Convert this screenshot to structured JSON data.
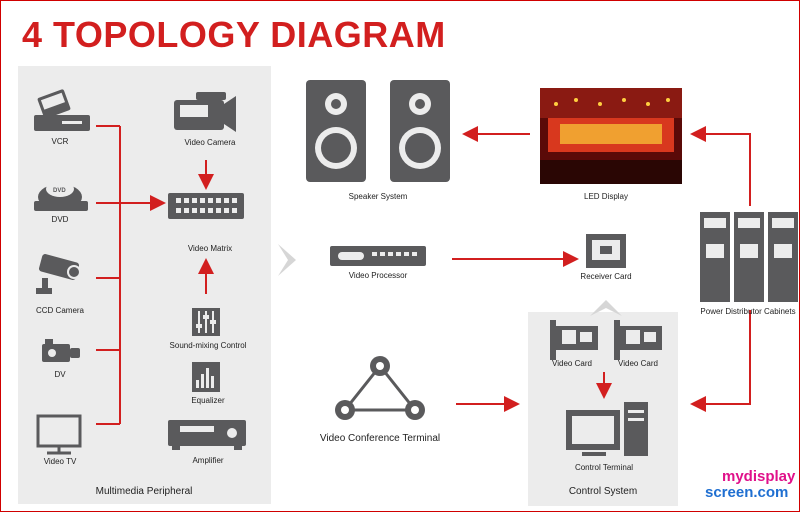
{
  "title": "4 TOPOLOGY DIAGRAM",
  "groups": {
    "multimedia": "Multimedia Peripheral",
    "control": "Control System"
  },
  "sources": {
    "vcr": "VCR",
    "dvd": "DVD",
    "ccd": "CCD Camera",
    "dv": "DV",
    "video_tv": "Video TV"
  },
  "center_devices": {
    "video_camera": "Video Camera",
    "video_matrix": "Video Matrix",
    "sound_mixing": "Sound-mixing Control",
    "equalizer": "Equalizer",
    "amplifier": "Amplifier"
  },
  "outputs": {
    "speaker_system": "Speaker System",
    "video_processor": "Video Processor",
    "led_display": "LED Display",
    "receiver_card": "Receiver Card",
    "power_cabinets": "Power Distributor Cabinets",
    "video_card_1": "Video Card",
    "video_card_2": "Video Card",
    "control_terminal": "Control Terminal",
    "video_conference": "Video Conference Terminal"
  },
  "watermark": {
    "line1": "mydisplay",
    "line2": "screen.com"
  },
  "colors": {
    "accent": "#d21f1f",
    "icon": "#5a5a5c",
    "panel": "#ececec"
  }
}
